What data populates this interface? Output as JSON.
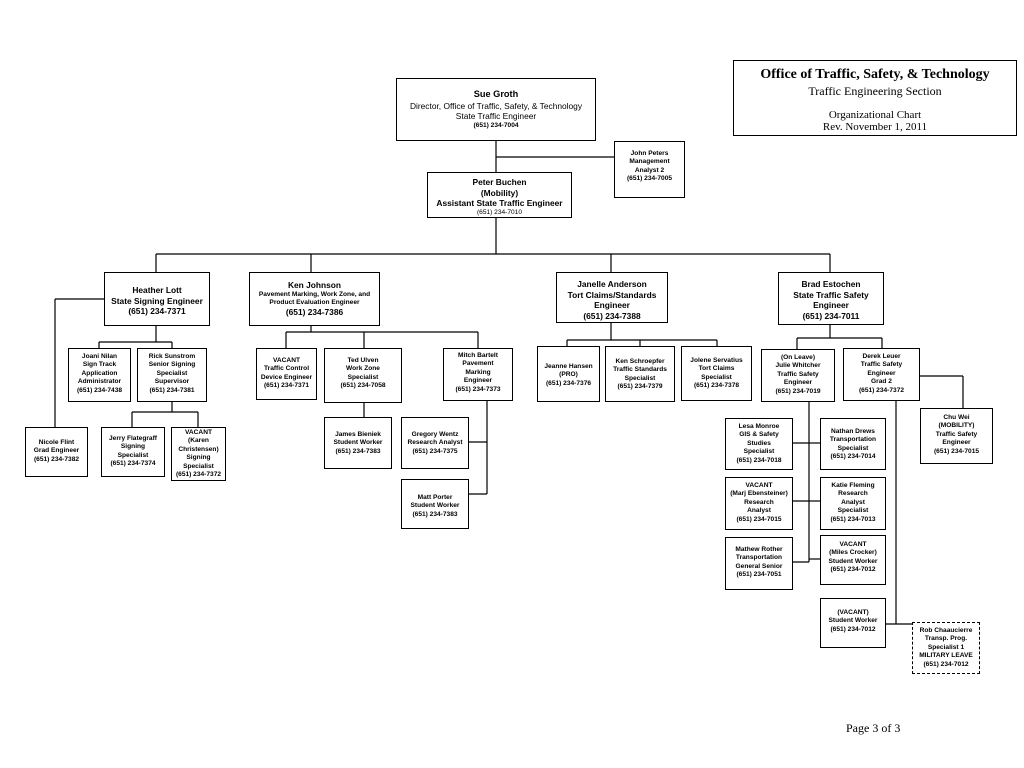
{
  "header": {
    "title": "Office of Traffic, Safety, & Technology",
    "section": "Traffic Engineering Section",
    "chart_name": "Organizational Chart",
    "revision": "Rev. November 1, 2011"
  },
  "footer": {
    "page": "Page 3 of 3"
  },
  "positions": {
    "director": [
      "Sue Groth",
      "Director, Office of Traffic, Safety, & Technology",
      "State Traffic Engineer",
      "(651) 234-7004"
    ],
    "analyst": [
      "John Peters",
      "Management",
      "Analyst 2",
      "(651) 234-7005"
    ],
    "assistant": [
      "Peter Buchen",
      "(Mobility)",
      "Assistant State Traffic Engineer",
      "(651) 234-7010"
    ],
    "lott": [
      "Heather Lott",
      "State Signing Engineer",
      "(651) 234-7371"
    ],
    "johnson": [
      "Ken Johnson",
      "Pavement Marking, Work Zone, and",
      "Product Evaluation Engineer",
      "(651) 234-7386"
    ],
    "anderson": [
      "Janelle Anderson",
      "Tort Claims/Standards",
      "Engineer",
      "(651) 234-7388"
    ],
    "estochen": [
      "Brad Estochen",
      "State Traffic Safety",
      "Engineer",
      "(651) 234-7011"
    ],
    "nilan": [
      "Joani Nilan",
      "Sign Track",
      "Application",
      "Administrator",
      "(651) 234-7438"
    ],
    "sunstrom": [
      "Rick Sunstrom",
      "Senior Signing",
      "Specialist",
      "Supervisor",
      "(651) 234-7381"
    ],
    "flint": [
      "Nicole Flint",
      "Grad Engineer",
      "(651) 234-7382"
    ],
    "flategraff": [
      "Jerry Flategraff",
      "Signing",
      "Specialist",
      "(651) 234-7374"
    ],
    "christensen": [
      "VACANT",
      "(Karen",
      "Christensen)",
      "Signing",
      "Specialist",
      "(651) 234-7372"
    ],
    "vacant_tcd": [
      "VACANT",
      "Traffic Control",
      "Device Engineer",
      "(651) 234-7371"
    ],
    "ulven": [
      "Ted Ulven",
      "Work Zone",
      "Specialist",
      "(651) 234-7058"
    ],
    "bartelt": [
      "Mitch Bartelt",
      "Pavement",
      "Marking",
      "Engineer",
      "(651) 234-7373"
    ],
    "bieniek": [
      "James Bieniek",
      "Student Worker",
      "(651) 234-7383"
    ],
    "wentz": [
      "Gregory Wentz",
      "Research Analyst",
      "(651) 234-7375"
    ],
    "porter": [
      "Matt Porter",
      "Student Worker",
      "(651) 234-7383"
    ],
    "hansen": [
      "Jeanne Hansen",
      "(PRO)",
      "(651) 234-7376"
    ],
    "schroepfer": [
      "Ken Schroepfer",
      "Traffic Standards",
      "Specialist",
      "(651) 234-7379"
    ],
    "servatius": [
      "Jolene Servatius",
      "Tort Claims",
      "Specialist",
      "(651) 234-7378"
    ],
    "whitcher": [
      "(On Leave)",
      "Julie Whitcher",
      "Traffic Safety",
      "Engineer",
      "(651) 234-7019"
    ],
    "leuer": [
      "Derek Leuer",
      "Traffic Safety",
      "Engineer",
      "Grad 2",
      "(651) 234-7372"
    ],
    "wei": [
      "Chu Wei",
      "(MOBILITY)",
      "Traffic Safety",
      "Engineer",
      "(651) 234-7015"
    ],
    "monroe": [
      "Lesa Monroe",
      "GIS & Safety",
      "Studies",
      "Specialist",
      "(651) 234-7018"
    ],
    "ebensteiner": [
      "VACANT",
      "(Marj Ebensteiner)",
      "Research",
      "Analyst",
      "(651) 234-7015"
    ],
    "rother": [
      "Mathew Rother",
      "Transportation",
      "General Senior",
      "(651) 234-7051"
    ],
    "drews": [
      "Nathan Drews",
      "Transportation",
      "Specialist",
      "(651) 234-7014"
    ],
    "fleming": [
      "Katie Fleming",
      "Research",
      "Analyst",
      "Specialist",
      "(651) 234-7013"
    ],
    "crocker": [
      "VACANT",
      "(Miles Crocker)",
      "Student Worker",
      "(651) 234-7012"
    ],
    "vacant_sw": [
      "(VACANT)",
      "Student Worker",
      "(651) 234-7012"
    ],
    "chaaucierre": [
      "Rob Chaaucierre",
      "Transp. Prog.",
      "Specialist 1",
      "MILITARY LEAVE",
      "(651) 234-7012"
    ]
  }
}
